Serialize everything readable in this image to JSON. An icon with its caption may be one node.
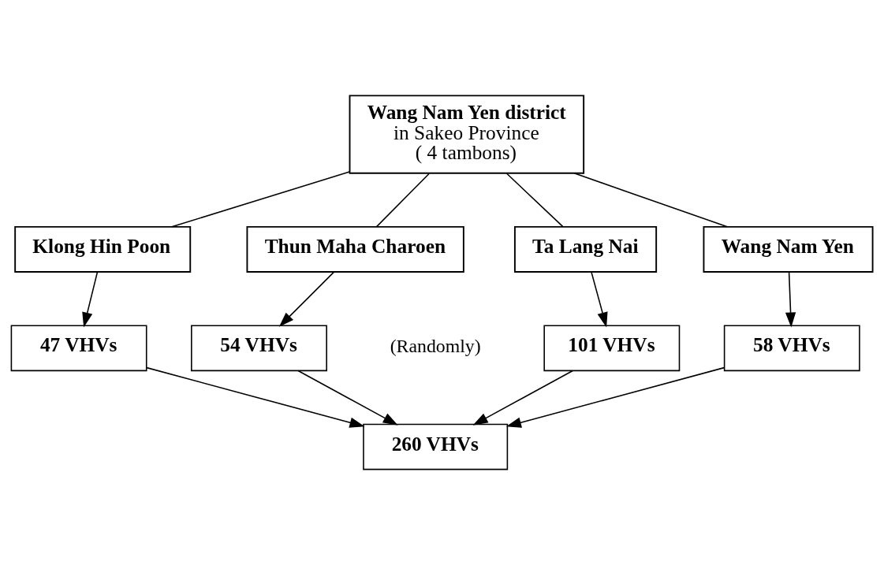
{
  "diagram": {
    "nodes": [
      {
        "text": [
          "Wang Nam Yen district",
          "in Sakeo Province",
          "( 4 tambons)"
        ]
      },
      {
        "text": [
          "Klong Hin Poon"
        ]
      },
      {
        "text": [
          "Thun Maha Charoen"
        ]
      },
      {
        "text": [
          "Ta Lang Nai"
        ]
      },
      {
        "text": [
          "Wang Nam Yen"
        ]
      },
      {
        "text": [
          "47 VHVs"
        ]
      },
      {
        "text": [
          "54 VHVs"
        ]
      },
      {
        "text": [
          "101 VHVs"
        ]
      },
      {
        "text": [
          "58 VHVs"
        ]
      },
      {
        "text": [
          "260 VHVs"
        ]
      }
    ],
    "edges": [
      {
        "from": 0,
        "to": 1,
        "arrow": "none"
      },
      {
        "from": 0,
        "to": 2,
        "arrow": "none"
      },
      {
        "from": 0,
        "to": 3,
        "arrow": "none"
      },
      {
        "from": 0,
        "to": 4,
        "arrow": "none"
      },
      {
        "from": 1,
        "to": 5,
        "arrow": "to"
      },
      {
        "from": 2,
        "to": 6,
        "arrow": "to"
      },
      {
        "from": 3,
        "to": 7,
        "arrow": "to"
      },
      {
        "from": 4,
        "to": 8,
        "arrow": "to"
      },
      {
        "from": 5,
        "to": 9,
        "arrow": "to"
      },
      {
        "from": 6,
        "to": 9,
        "arrow": "to"
      },
      {
        "from": 7,
        "to": 9,
        "arrow": "to"
      },
      {
        "from": 8,
        "to": 9,
        "arrow": "to"
      }
    ],
    "labels": [
      "(Randomly)"
    ]
  }
}
